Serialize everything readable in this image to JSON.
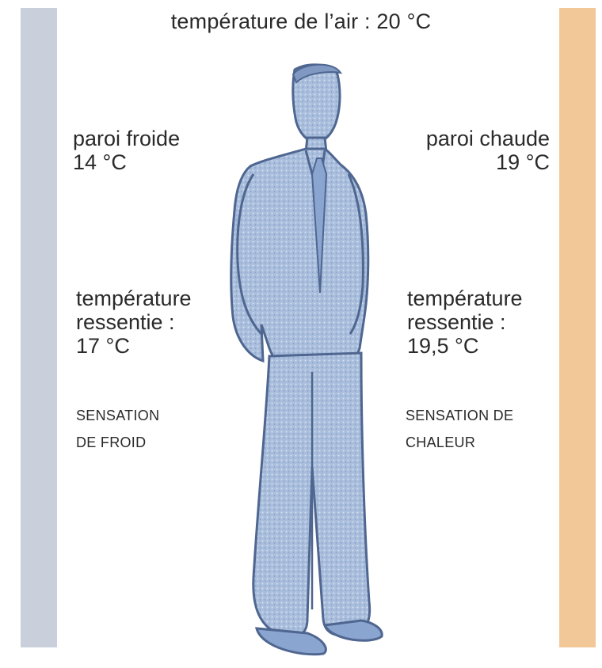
{
  "title": "température de l’air : 20 °C",
  "cold_wall": {
    "label": "paroi froide",
    "temperature": "14 °C",
    "felt_label_1": "température",
    "felt_label_2": "ressentie :",
    "felt_temperature": "17 °C",
    "sensation_1": "SENSATION",
    "sensation_2": "DE FROID",
    "color": "#c9d0dc"
  },
  "warm_wall": {
    "label": "paroi chaude",
    "temperature": "19 °C",
    "felt_label_1": "température",
    "felt_label_2": "ressentie :",
    "felt_temperature": "19,5 °C",
    "sensation_1": "SENSATION DE",
    "sensation_2": "CHALEUR",
    "color": "#f3c898"
  },
  "figure": {
    "icon": "standing-man-icon",
    "color": "#9fb6d6"
  }
}
